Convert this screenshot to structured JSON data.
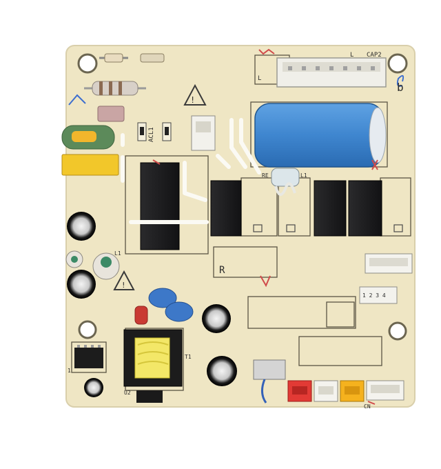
{
  "board": {
    "labels": {
      "cap2": "CAP2",
      "l_top": "L",
      "l_left": "L",
      "acl": "ACL1",
      "re": "RE",
      "l1_mid": "L1",
      "l1_left": "L1",
      "t1": "T1",
      "u2": "U2",
      "cn": "CN",
      "one": "1",
      "pins": "1 2 3 4",
      "mark_b": "b",
      "r_mark": "R"
    },
    "colors": {
      "pcb": "#efe6c4",
      "trace": "#e6dcb8",
      "capacitor_blue": "#3f86cf",
      "varistor_green": "#5c8a5a",
      "yellow_cap": "#f2c72a",
      "relay_black": "#1c1c1e",
      "y_cap_blue": "#3d78c8",
      "red_connector": "#e23a35",
      "orange_connector": "#f5b21e"
    }
  }
}
